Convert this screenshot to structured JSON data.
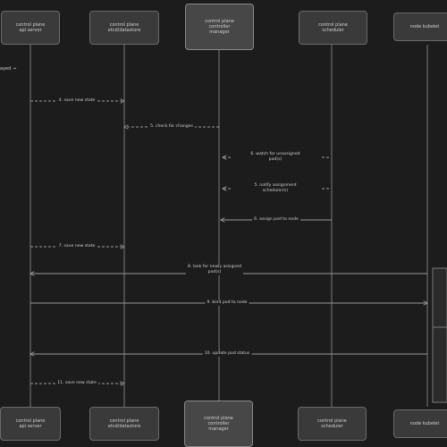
{
  "participants": [
    {
      "label": "control plane\napi server"
    },
    {
      "label": "control plane\netcd/datastore"
    },
    {
      "label": "control plane\ncontroller\nmanager"
    },
    {
      "label": "control plane\nscheduler"
    },
    {
      "label": "node kubelet"
    }
  ],
  "side_note": "ayed →",
  "messages": [
    {
      "label": "4. save new state"
    },
    {
      "label": "5. check for changes"
    },
    {
      "label": "6. watch for unassigned\npod(s)"
    },
    {
      "label": "5. notify assignment\nscheduler(s)"
    },
    {
      "label": "6. assign pod to node"
    },
    {
      "label": "7. save new state"
    },
    {
      "label": "8. look for newly assigned\npod(s)"
    },
    {
      "label": "9. bind pod to node"
    },
    {
      "label": "10. update pod status"
    },
    {
      "label": "11. save new state"
    }
  ],
  "colors": {
    "background": "#1c1c1c",
    "box": "#3a3a3a",
    "box_border": "#6a6a6a",
    "line": "#9a9a9a",
    "text": "#cfcfcf"
  }
}
